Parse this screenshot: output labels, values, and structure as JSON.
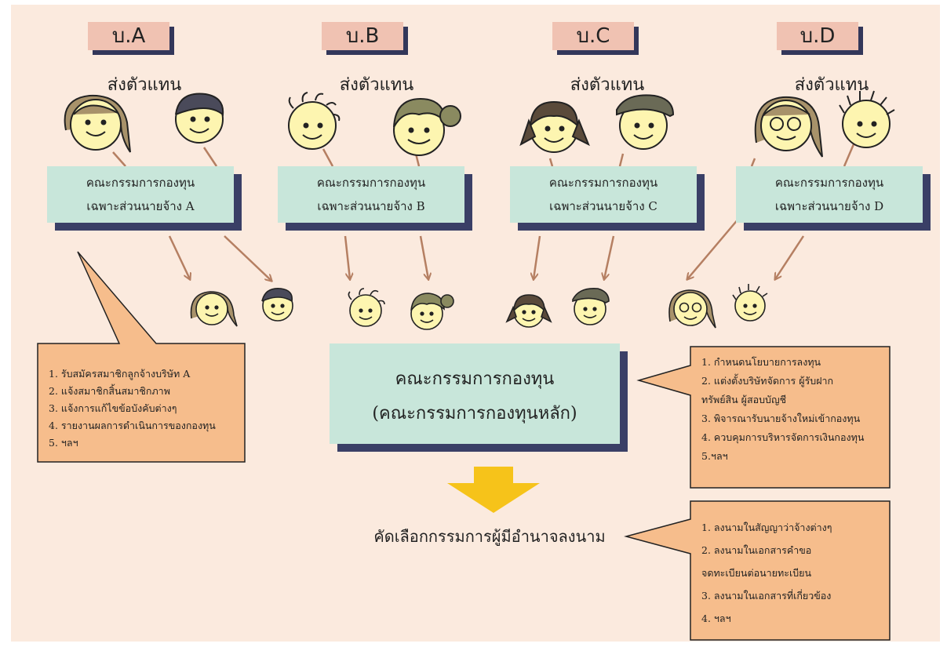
{
  "companies": [
    {
      "label": "บ.A",
      "rep": "ส่งตัวแทน",
      "committee_line1": "คณะกรรมการกองทุน",
      "committee_line2": "เฉพาะส่วนนายจ้าง A"
    },
    {
      "label": "บ.B",
      "rep": "ส่งตัวแทน",
      "committee_line1": "คณะกรรมการกองทุน",
      "committee_line2": "เฉพาะส่วนนายจ้าง B"
    },
    {
      "label": "บ.C",
      "rep": "ส่งตัวแทน",
      "committee_line1": "คณะกรรมการกองทุน",
      "committee_line2": "เฉพาะส่วนนายจ้าง C"
    },
    {
      "label": "บ.D",
      "rep": "ส่งตัวแทน",
      "committee_line1": "คณะกรรมการกองทุน",
      "committee_line2": "เฉพาะส่วนนายจ้าง D"
    }
  ],
  "main_committee": {
    "line1": "คณะกรรมการกองทุน",
    "line2": "(คณะกรรมการกองทุนหลัก)"
  },
  "sub_committee_duties": [
    "1. รับสมัครสมาชิกลูกจ้างบริษัท A",
    "2. แจ้งสมาชิกสิ้นสมาชิกภาพ",
    "3. แจ้งการแก้ไขข้อบังคับต่างๆ",
    "4. รายงานผลการดำเนินการของกองทุน",
    "5. ฯลฯ"
  ],
  "main_committee_duties": [
    "1. กำหนดนโยบายการลงทุน",
    "2. แต่งตั้งบริษัทจัดการ ผู้รับฝาก",
    "ทรัพย์สิน ผู้สอบบัญชี",
    "3. พิจารณารับนายจ้างใหม่เข้ากองทุน",
    "4. ควบคุมการบริหารจัดการเงินกองทุน",
    "5.ฯลฯ"
  ],
  "signatory_label": "คัดเลือกกรรมการผู้มีอำนาจลงนาม",
  "signatory_duties": [
    "1. ลงนามในสัญญาว่าจ้างต่างๆ",
    "2. ลงนามในเอกสารคำขอ",
    "จดทะเบียนต่อนายทะเบียน",
    "3. ลงนามในเอกสารที่เกี่ยวข้อง",
    "4. ฯลฯ"
  ],
  "colors": {
    "background": "#fbeade",
    "company_box": "#f0c2b2",
    "committee_box": "#c8e6da",
    "box_shadow": "#3a3f66",
    "callout": "#f6bd8c",
    "arrow": "#b57f62",
    "big_arrow": "#f6c31a"
  }
}
